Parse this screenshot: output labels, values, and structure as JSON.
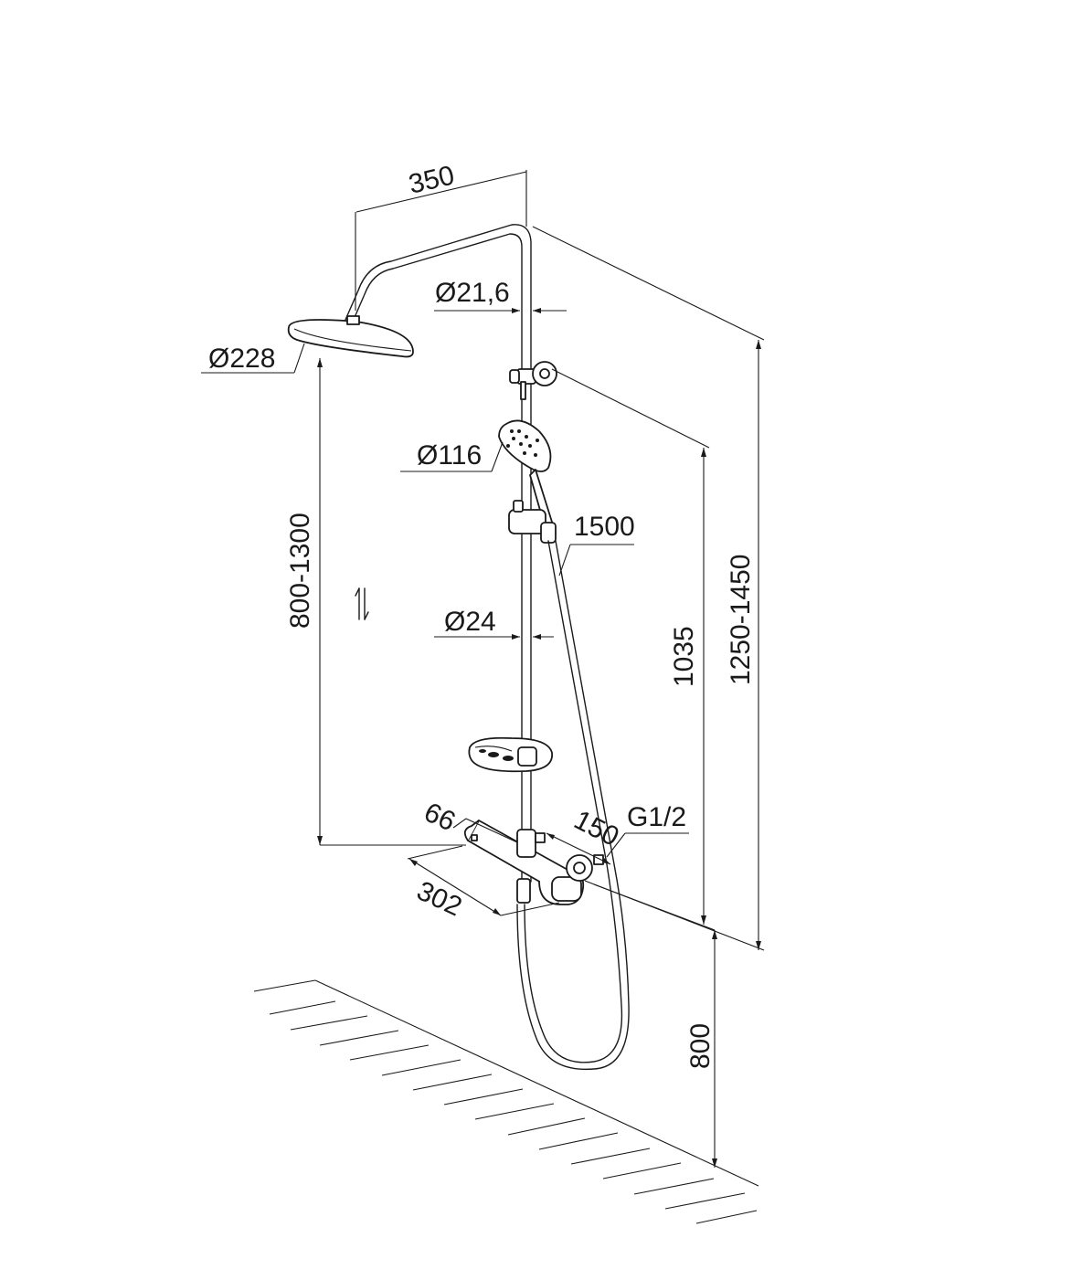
{
  "dimensions": {
    "arm_length": "350",
    "pipe_diameter_top": "Ø21,6",
    "head_diameter": "Ø228",
    "hand_shower_diameter": "Ø116",
    "hose_length": "1500",
    "height_range_overhead": "800-1300",
    "pipe_diameter_bottom": "Ø24",
    "holder_height": "1035",
    "total_height_range": "1250-1450",
    "mixer_depth": "66",
    "mixer_width": "302",
    "inlet_spacing": "150",
    "thread": "G1/2",
    "mount_height": "800"
  },
  "colors": {
    "line": "#1a1a1a",
    "background": "#ffffff"
  },
  "icons": {
    "adjust": "up-down-arrows-icon"
  }
}
